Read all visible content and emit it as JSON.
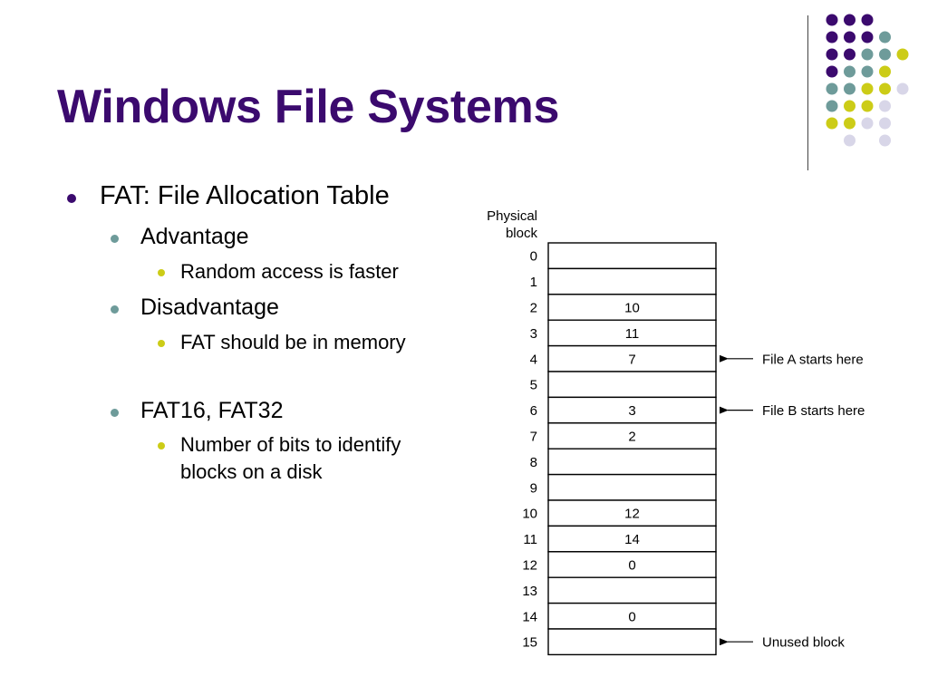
{
  "slide": {
    "title": "Windows File Systems",
    "colors": {
      "title": "#3b0a6e",
      "purple": "#3b0a6e",
      "teal": "#6e9b9a",
      "yellow": "#cccc17",
      "lavender": "#d8d6e8"
    }
  },
  "bullets": {
    "b1": "FAT: File Allocation Table",
    "b1_1": "Advantage",
    "b1_1_1": "Random access is faster",
    "b1_2": "Disadvantage",
    "b1_2_1": "FAT should be in memory",
    "b2": "FAT16, FAT32",
    "b2_1_line1": "Number of bits to identify",
    "b2_1_line2": "blocks on a disk"
  },
  "diagram": {
    "header_line1": "Physical",
    "header_line2": "block",
    "rows": [
      {
        "block": "0",
        "entry": ""
      },
      {
        "block": "1",
        "entry": ""
      },
      {
        "block": "2",
        "entry": "10"
      },
      {
        "block": "3",
        "entry": "11"
      },
      {
        "block": "4",
        "entry": "7"
      },
      {
        "block": "5",
        "entry": ""
      },
      {
        "block": "6",
        "entry": "3"
      },
      {
        "block": "7",
        "entry": "2"
      },
      {
        "block": "8",
        "entry": ""
      },
      {
        "block": "9",
        "entry": ""
      },
      {
        "block": "10",
        "entry": "12"
      },
      {
        "block": "11",
        "entry": "14"
      },
      {
        "block": "12",
        "entry": "0"
      },
      {
        "block": "13",
        "entry": ""
      },
      {
        "block": "14",
        "entry": "0"
      },
      {
        "block": "15",
        "entry": ""
      }
    ],
    "annotations": [
      {
        "row": 4,
        "text": "File A starts here"
      },
      {
        "row": 6,
        "text": "File B starts here"
      },
      {
        "row": 15,
        "text": "Unused block"
      }
    ]
  }
}
